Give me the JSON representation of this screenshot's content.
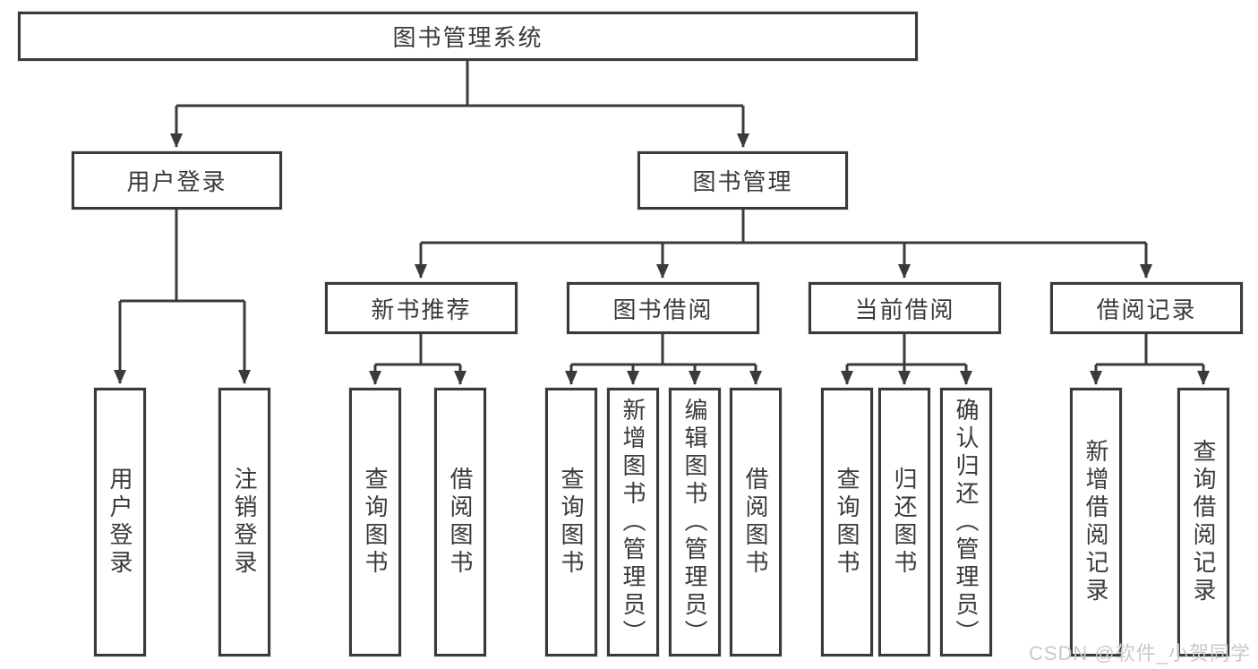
{
  "root_label": "图书管理系统",
  "branch_user": {
    "label": "用户登录",
    "leaves": [
      "用户登录",
      "注销登录"
    ]
  },
  "branch_books": {
    "label": "图书管理",
    "groups": [
      {
        "label": "新书推荐",
        "leaves": [
          "查询图书",
          "借阅图书"
        ]
      },
      {
        "label": "图书借阅",
        "leaves": [
          "查询图书",
          "新增图书（管理员）",
          "编辑图书（管理员）",
          "借阅图书"
        ]
      },
      {
        "label": "当前借阅",
        "leaves": [
          "查询图书",
          "归还图书",
          "确认归还（管理员）"
        ]
      },
      {
        "label": "借阅记录",
        "leaves": [
          "新增借阅记录",
          "查询借阅记录"
        ]
      }
    ]
  },
  "watermark": "CSDN @软件_小贺同学",
  "colors": {
    "line": "#3a3a3a",
    "box_border": "#3a3a3a",
    "text": "#3a3a3a",
    "watermark": "#c9c9c9",
    "background": "#ffffff"
  }
}
